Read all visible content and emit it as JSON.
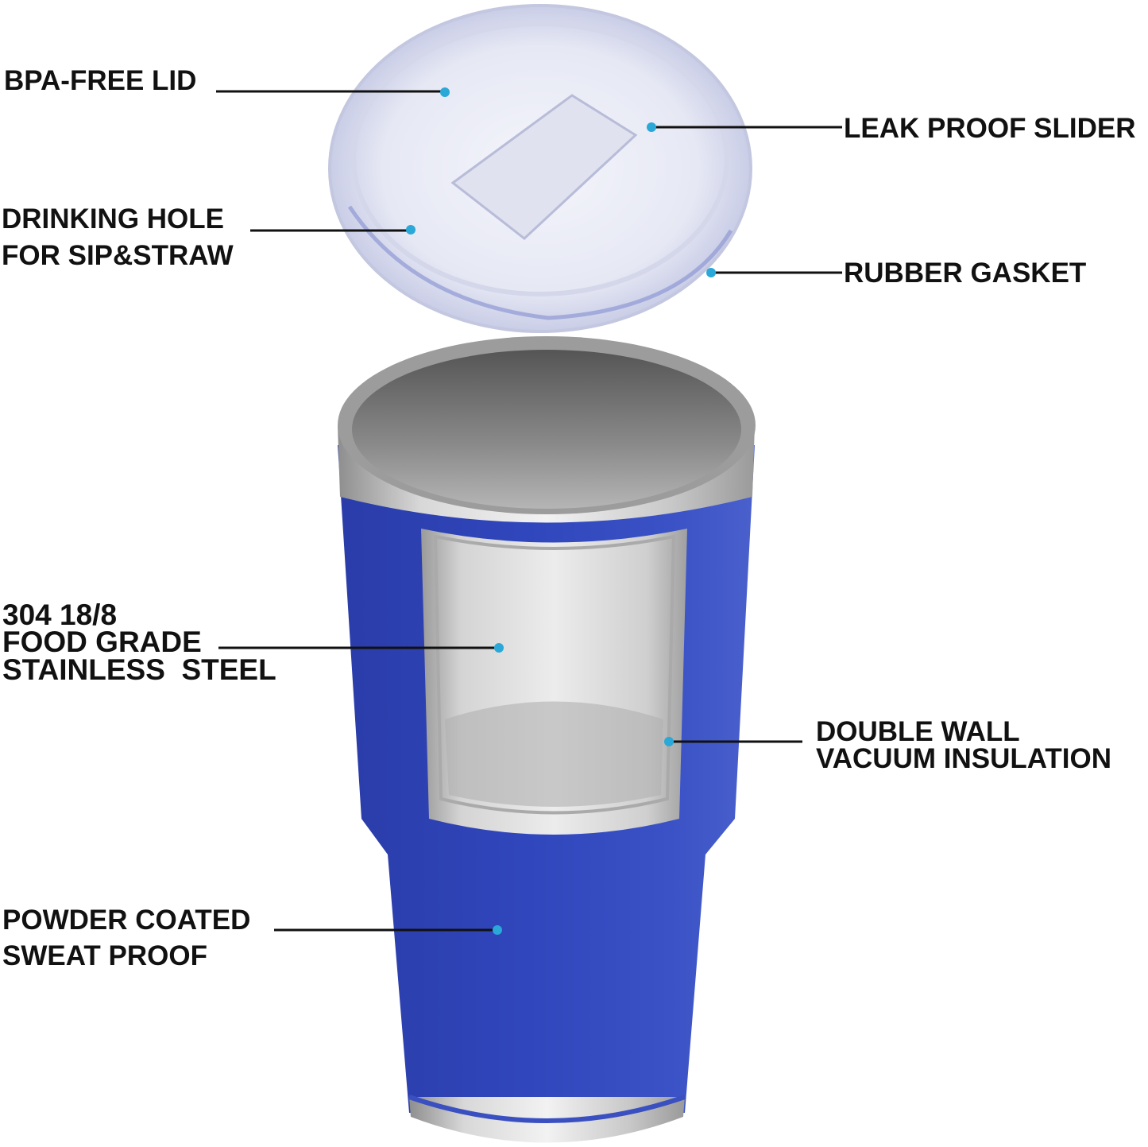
{
  "colors": {
    "body_blue": "#2f44b8",
    "steel": "#b8b8b8",
    "callout_dot": "#2aa8d8",
    "text": "#111111"
  },
  "callouts": {
    "lid": {
      "lines": [
        "BPA-FREE LID"
      ]
    },
    "drinking_hole": {
      "lines": [
        "DRINKING HOLE",
        "FOR SIP&STRAW"
      ]
    },
    "slider": {
      "lines": [
        "LEAK PROOF SLIDER"
      ]
    },
    "gasket": {
      "lines": [
        "RUBBER GASKET"
      ]
    },
    "steel": {
      "lines": [
        "304 18/8",
        "FOOD GRADE",
        "STAINLESS  STEEL"
      ]
    },
    "insulation": {
      "lines": [
        "DOUBLE WALL",
        "VACUUM INSULATION"
      ]
    },
    "coating": {
      "lines": [
        "POWDER COATED",
        "SWEAT PROOF"
      ]
    }
  }
}
